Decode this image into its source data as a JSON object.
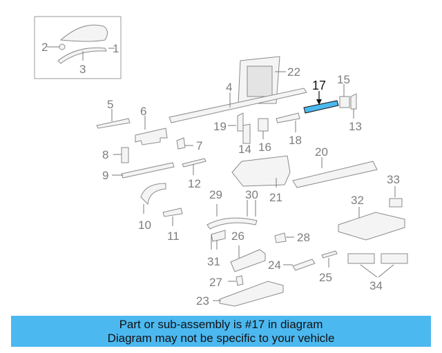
{
  "diagram": {
    "highlight_color": "#4cb8f0",
    "highlighted_part": "17",
    "callouts": [
      "1",
      "2",
      "3",
      "4",
      "5",
      "6",
      "7",
      "8",
      "9",
      "10",
      "11",
      "12",
      "13",
      "14",
      "15",
      "16",
      "17",
      "18",
      "19",
      "20",
      "21",
      "22",
      "23",
      "24",
      "25",
      "26",
      "27",
      "28",
      "29",
      "30",
      "31",
      "32",
      "33",
      "34"
    ]
  },
  "banner": {
    "line1": "Part or sub-assembly is #17 in diagram",
    "line2": "Diagram may not be specific to your vehicle",
    "background": "#4cb8f0"
  }
}
